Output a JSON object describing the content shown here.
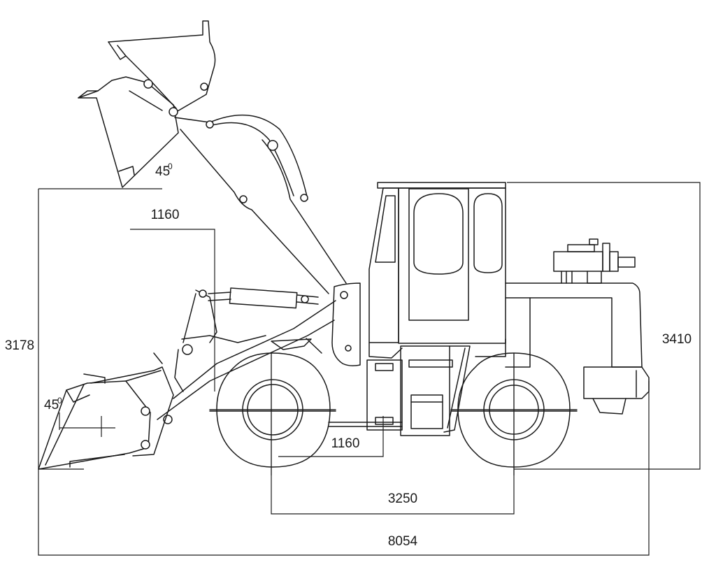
{
  "dimensions": {
    "overall_length": "8054",
    "wheelbase": "3250",
    "dump_reach_raised": "1160",
    "dump_reach_ground": "1160",
    "dump_height": "3178",
    "overall_height": "3410",
    "dump_angle_raised": "45",
    "dump_angle_ground": "45",
    "degree_mark": "0"
  },
  "colors": {
    "line": "#1a1a1a",
    "background": "#ffffff"
  }
}
